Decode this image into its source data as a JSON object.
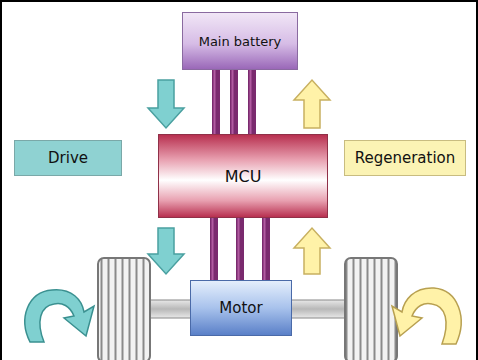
{
  "diagram": {
    "nodes": [
      {
        "text": [
          "Main battery"
        ]
      },
      {
        "text": [
          "Drive"
        ]
      },
      {
        "text": [
          "MCU"
        ]
      },
      {
        "text": [
          "Regeneration"
        ]
      },
      {
        "text": [
          "Motor"
        ]
      }
    ],
    "edges": [
      {
        "from": 0,
        "to": 2,
        "arrow": "none"
      },
      {
        "from": 0,
        "to": 2,
        "arrow": "none"
      },
      {
        "from": 0,
        "to": 2,
        "arrow": "none"
      },
      {
        "from": 2,
        "to": 4,
        "arrow": "none"
      },
      {
        "from": 2,
        "to": 4,
        "arrow": "none"
      },
      {
        "from": 2,
        "to": 4,
        "arrow": "none"
      }
    ]
  }
}
